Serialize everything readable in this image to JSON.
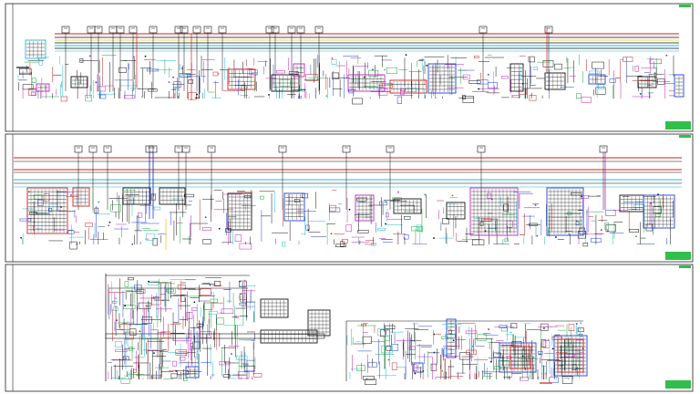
{
  "document": {
    "type": "electrical-schematic-sheets",
    "sheets": [
      {
        "id": "sheet-1",
        "title_block": true
      },
      {
        "id": "sheet-2",
        "title_block": true
      },
      {
        "id": "sheet-3",
        "title_block": true
      }
    ]
  },
  "colors": {
    "wire_red": "#cc1f1f",
    "wire_blue": "#1e3fd8",
    "wire_cyan": "#1fb8d8",
    "wire_green": "#18a83a",
    "wire_magenta": "#c21fc2",
    "wire_yellow": "#e8d21a",
    "title_block": "#2fbf4a",
    "ink": "#111111"
  }
}
